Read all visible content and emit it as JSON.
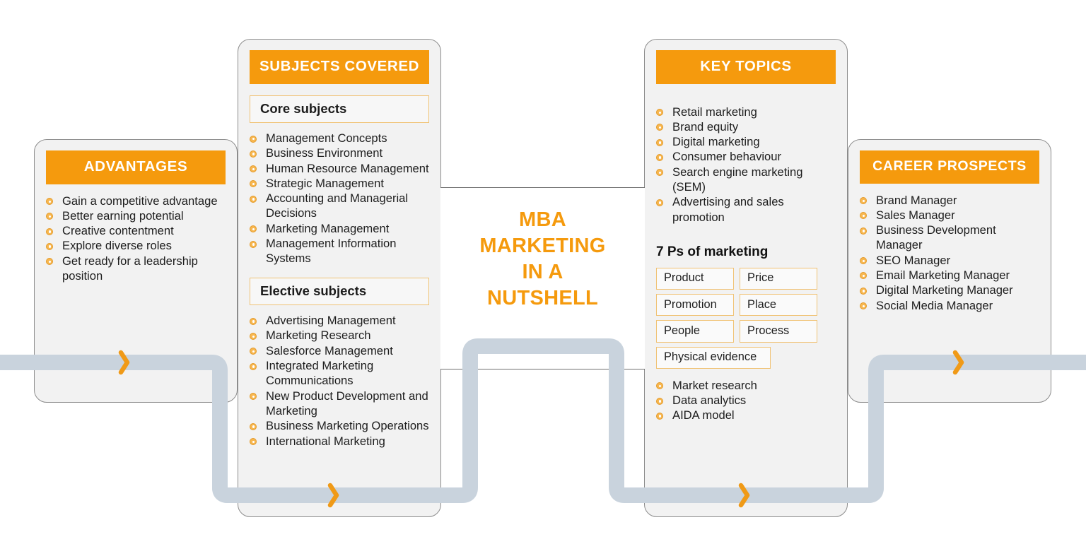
{
  "center": {
    "title_lines": [
      "MBA",
      "MARKETING",
      "IN A",
      "NUTSHELL"
    ],
    "title_full": "MBA MARKETING IN A NUTSHELL"
  },
  "colors": {
    "accent_orange": "#f59a0d",
    "card_background": "#f2f2f2",
    "card_border": "#8c8c8c",
    "ribbon": "#c9d3dd",
    "bullet": "#f7b750",
    "box_border": "#f0c274"
  },
  "cards": {
    "advantages": {
      "header": "ADVANTAGES",
      "items": [
        "Gain a competitive advantage",
        "Better earning potential",
        "Creative contentment",
        "Explore diverse roles",
        "Get ready for a leadership position"
      ]
    },
    "subjects": {
      "header": "SUBJECTS COVERED",
      "core_label": "Core subjects",
      "core_items": [
        "Management Concepts",
        "Business Environment",
        "Human Resource Management",
        "Strategic Management",
        "Accounting and Managerial Decisions",
        "Marketing Management",
        "Management Information Systems"
      ],
      "elective_label": "Elective subjects",
      "elective_items": [
        "Advertising Management",
        "Marketing Research",
        "Salesforce Management",
        "Integrated Marketing Communications",
        "New Product Development and Marketing",
        "Business Marketing Operations",
        "International Marketing"
      ]
    },
    "key_topics": {
      "header": "KEY TOPICS",
      "items": [
        "Retail marketing",
        "Brand equity",
        "Digital marketing",
        "Consumer behaviour",
        "Search engine marketing (SEM)",
        "Advertising and sales promotion"
      ],
      "ps_title": "7 Ps of marketing",
      "ps_boxes": [
        "Product",
        "Price",
        "Promotion",
        "Place",
        "People",
        "Process",
        "Physical evidence"
      ],
      "extra_items": [
        "Market research",
        "Data analytics",
        "AIDA model"
      ]
    },
    "career": {
      "header": "CAREER PROSPECTS",
      "items": [
        "Brand Manager",
        "Sales Manager",
        "Business Development Manager",
        "SEO Manager",
        "Email Marketing Manager",
        "Digital Marketing Manager",
        "Social Media Manager"
      ]
    }
  },
  "icons": {
    "bullet": "target-dot-icon",
    "chevron": "chevron-right-icon"
  }
}
